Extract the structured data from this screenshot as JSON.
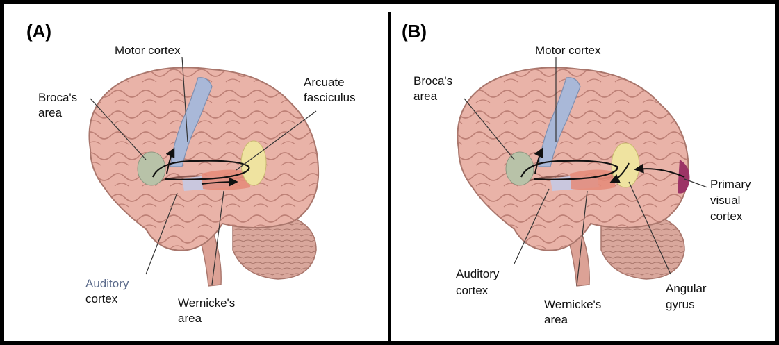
{
  "panels": [
    {
      "id": "A",
      "tag": "(A)",
      "labels": {
        "motor": "Motor cortex",
        "broca_1": "Broca's",
        "broca_2": "area",
        "arcuate_1": "Arcuate",
        "arcuate_2": "fasciculus",
        "auditory_1": "Auditory",
        "auditory_2": "cortex",
        "wernicke_1": "Wernicke's",
        "wernicke_2": "area"
      }
    },
    {
      "id": "B",
      "tag": "(B)",
      "labels": {
        "motor": "Motor cortex",
        "broca_1": "Broca's",
        "broca_2": "area",
        "auditory_1": "Auditory",
        "auditory_2": "cortex",
        "wernicke_1": "Wernicke's",
        "wernicke_2": "area",
        "angular_1": "Angular",
        "angular_2": "gyrus",
        "visual_1": "Primary",
        "visual_2": "visual",
        "visual_3": "cortex"
      }
    }
  ],
  "colors": {
    "brain": "#e9b3a8",
    "brain_dark": "#c98a80",
    "motor": "#a9b8d8",
    "broca": "#b8c2a8",
    "wernicke": "#e58a78",
    "angular": "#efe3a0",
    "visual": "#9c3466",
    "cerebellum": "#d9a79c"
  }
}
